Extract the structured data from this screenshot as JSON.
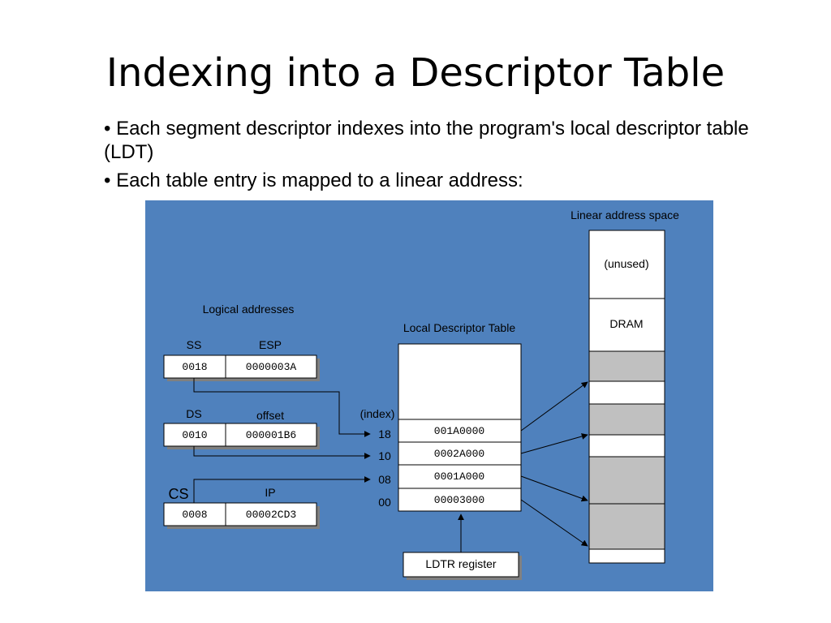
{
  "slide": {
    "title": "Indexing into a Descriptor Table",
    "bullets": [
      "• Each segment descriptor indexes into the program's local descriptor table (LDT)",
      "• Each table entry is mapped to a linear address:"
    ]
  },
  "diagram": {
    "colors": {
      "background": "#4F81BD",
      "box": "#ffffff",
      "shaded": "#c0c0c0",
      "line": "#000000"
    },
    "logical_heading": "Logical addresses",
    "ldt_heading": "Local Descriptor Table",
    "linear_heading": "Linear address space",
    "index_heading": "(index)",
    "rows": [
      {
        "seg_label": "SS",
        "off_label": "ESP",
        "seg": "0018",
        "off": "0000003A"
      },
      {
        "seg_label": "DS",
        "off_label": "offset",
        "seg": "0010",
        "off": "000001B6"
      },
      {
        "seg_label": "CS",
        "off_label": "IP",
        "seg": "0008",
        "off": "00002CD3"
      }
    ],
    "indices": [
      "18",
      "10",
      "08",
      "00"
    ],
    "ldt_entries": [
      "001A0000",
      "0002A000",
      "0001A000",
      "00003000"
    ],
    "linear_labels": {
      "unused": "(unused)",
      "dram": "DRAM"
    },
    "ldtr": "LDTR register"
  }
}
